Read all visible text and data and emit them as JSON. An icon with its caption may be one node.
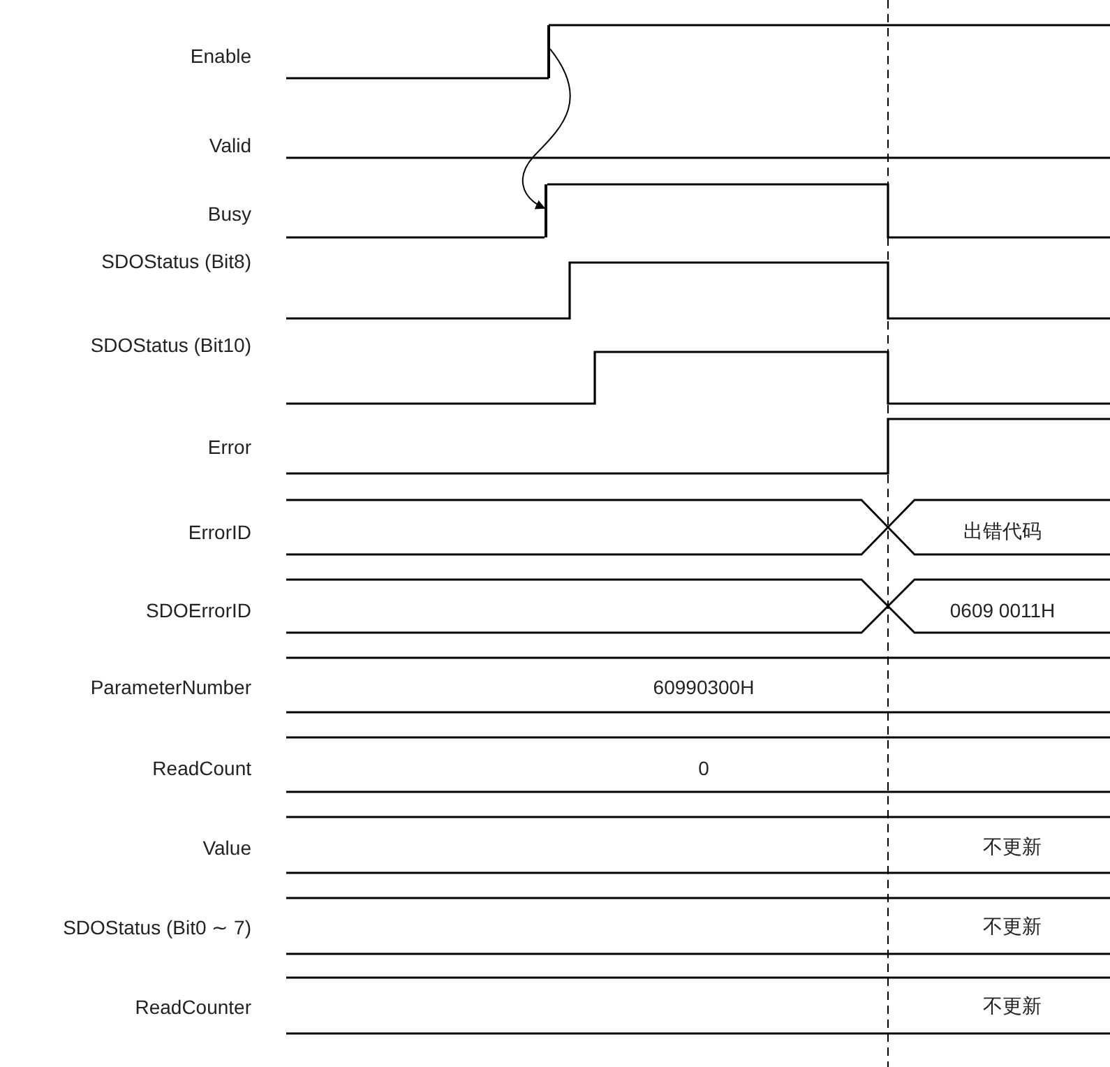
{
  "diagram": {
    "nodes": [
      {
        "text": [],
        "shape": "line"
      },
      {
        "text": [],
        "shape": "line"
      }
    ],
    "edges": [
      {
        "from": 0,
        "to": 1,
        "arrow": "to"
      }
    ],
    "labels": [
      "Enable",
      "Valid",
      "Busy",
      "SDOStatus (Bit8)",
      "SDOStatus (Bit10)",
      "Error",
      "ErrorID",
      "出错代码",
      "SDOErrorID",
      "0609 0011H",
      "ParameterNumber",
      "60990300H",
      "ReadCount",
      "0",
      "Value",
      "不更新",
      "SDOStatus (Bit0 ∼ 7)",
      "不更新",
      "ReadCounter",
      "不更新"
    ]
  }
}
